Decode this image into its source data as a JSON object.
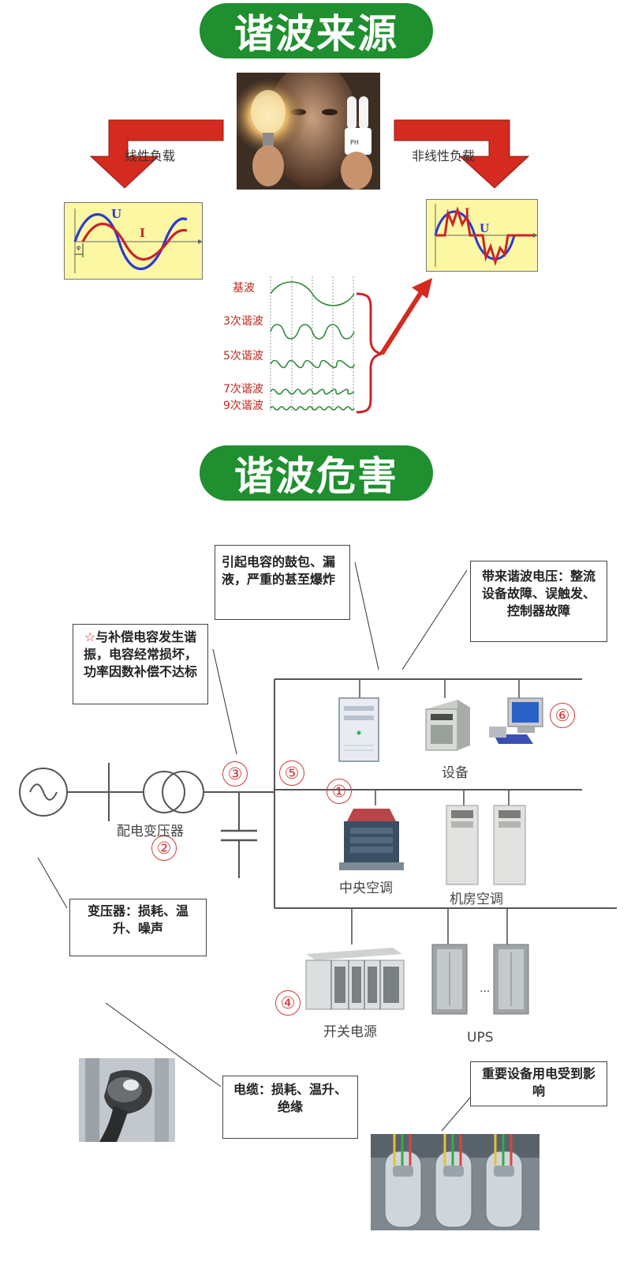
{
  "titles": {
    "source": "谐波来源",
    "harm": "谐波危害"
  },
  "source": {
    "linear_load": "线性负载",
    "nonlinear_load": "非线性负载",
    "wave_U": "U",
    "wave_I": "I",
    "harmonics": [
      "基波",
      "3次谐波",
      "5次谐波",
      "7次谐波",
      "9次谐波"
    ]
  },
  "hazards": {
    "capacitor_box": "引起电容的鼓包、漏液，严重的甚至爆炸",
    "voltage_box": "带来谐波电压：整流设备故障、误触发、控制器故障",
    "resonance_star": "☆",
    "resonance_box": "与补偿电容发生谐振，电容经常损坏，功率因数补偿不达标",
    "transformer_box": "变压器：损耗、温升、噪声",
    "cable_box": "电缆：损耗、温升、绝缘",
    "important_box": "重要设备用电受到影响"
  },
  "diagram": {
    "transformer_label": "配电变压器",
    "equipment_label": "设备",
    "central_ac_label": "中央空调",
    "room_ac_label": "机房空调",
    "switch_power_label": "开关电源",
    "ups_label": "UPS",
    "ellipsis": "...",
    "markers": [
      "①",
      "②",
      "③",
      "④",
      "⑤",
      "⑥"
    ]
  },
  "colors": {
    "pill_green": "#1f8f2f",
    "arrow_red": "#d42a20",
    "marker_red": "#d23a3a",
    "wave_bg": "#fbf7a3"
  }
}
